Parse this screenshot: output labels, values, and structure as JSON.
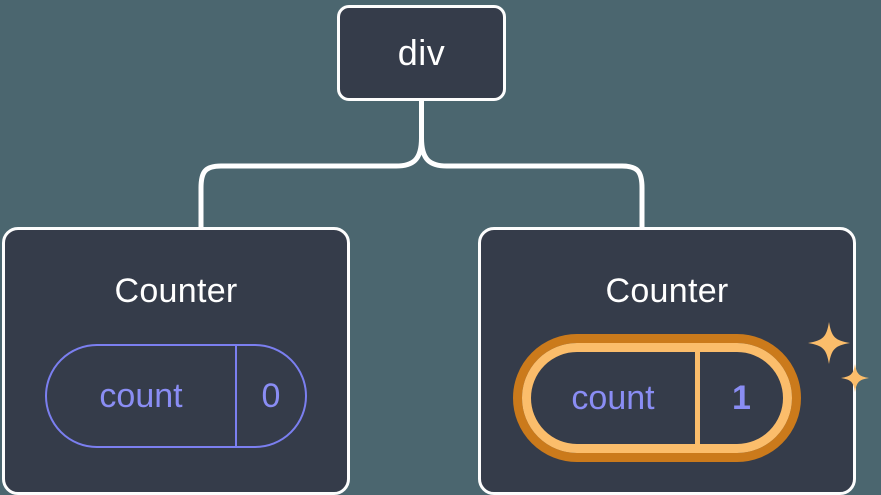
{
  "canvas": {
    "background_color": "#4b666f",
    "node_fill_color": "#353c4a",
    "node_border_color": "#fdfdfd",
    "connector_color": "#ffffff",
    "accent_indigo": "#8a8df4",
    "accent_orange_outer": "#cb7a1b",
    "accent_orange_inner": "#fbbd6b"
  },
  "tree": {
    "root": {
      "label": "div",
      "icon": "none"
    },
    "children": [
      {
        "title": "Counter",
        "state": {
          "key": "count",
          "value": "0"
        },
        "highlighted": false
      },
      {
        "title": "Counter",
        "state": {
          "key": "count",
          "value": "1"
        },
        "highlighted": true,
        "decorations": [
          "sparkle-large-icon",
          "sparkle-small-icon"
        ]
      }
    ]
  }
}
